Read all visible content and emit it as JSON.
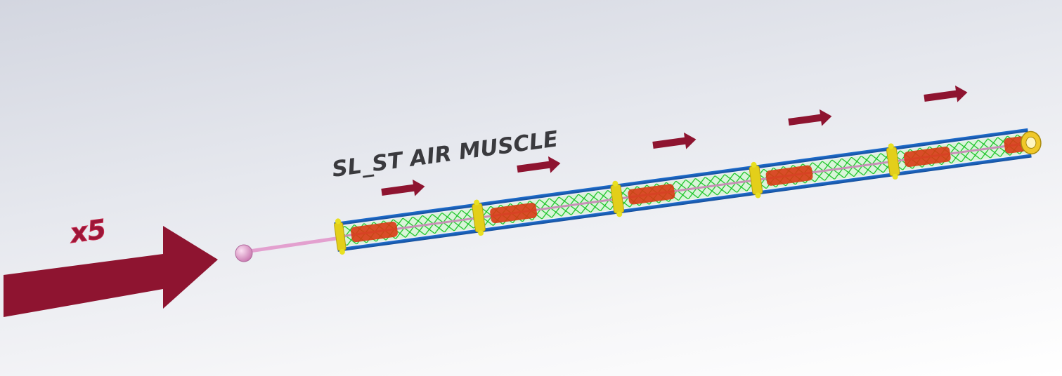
{
  "title": "SL_ST AIR MUSCLE",
  "multiplier": "x5",
  "segments": 5,
  "colors": {
    "arrow": "#8e1430",
    "label": "#3a3a3e",
    "tube": "#1f6fd0",
    "mesh": "#10c020",
    "core": "#d83a14",
    "ring": "#e6d21c",
    "pin": "#e8a0d0",
    "cap": "#f0c828"
  }
}
